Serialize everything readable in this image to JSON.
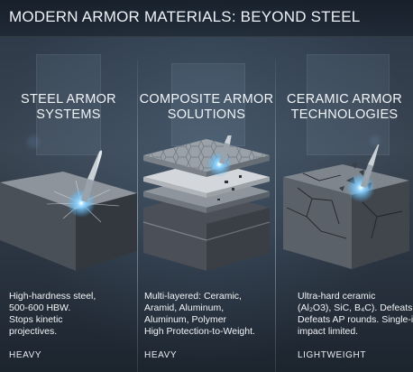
{
  "title": "MODERN ARMOR MATERIALS: BEYOND STEEL",
  "panels": [
    {
      "heading": [
        "STEEL ARMOR",
        "SYSTEMS"
      ],
      "description": [
        "High-hardness steel,",
        "500-600 HBW.",
        "Stops kinetic",
        "projectives."
      ],
      "weight": "HEAVY",
      "colors": {
        "top": "#8d949c",
        "front": "#4a5058",
        "side": "#33383f"
      }
    },
    {
      "heading": [
        "COMPOSITE ARMOR",
        "SOLUTIONS"
      ],
      "description": [
        "Multi-layered: Ceramic,",
        "Aramid, Aluminum,",
        "Aluminum, Polymer",
        "High Protection-to-Weight."
      ],
      "weight": "HEAVY",
      "colors": {
        "ceramic": "#9aa1a8",
        "aramid": "#d3d6da",
        "aluminum": "#8e959c",
        "polymer": "#4b5058"
      }
    },
    {
      "heading": [
        "CERAMIC ARMOR",
        "TECHNOLOGIES"
      ],
      "description": [
        "Ultra-hard ceramic",
        "(Al₂O3), SiC, B₄C). Defeats",
        "Defeats AP rounds. Single-i",
        "impact limited."
      ],
      "weight": "LIGHTWEIGHT",
      "colors": {
        "top": "#7e858d",
        "front": "#5b6168",
        "side": "#41464d"
      }
    }
  ],
  "accent_glow": "#4fb8ff"
}
